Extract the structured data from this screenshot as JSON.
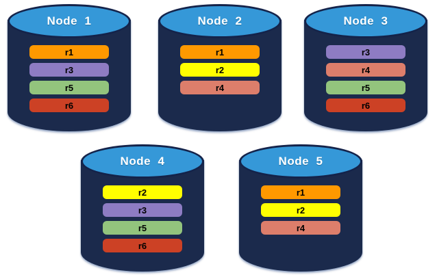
{
  "diagram": {
    "description_visible_text_only": "",
    "palette": {
      "cylinder_body": "#1b2a4c",
      "cylinder_top": "#3598d8",
      "cylinder_border": "#14234a",
      "node_label_color": "#ffffff",
      "replica_label_color": "#000000",
      "background": "#ffffff"
    },
    "replica_colors": {
      "r1": "#ff9900",
      "r2": "#ffff00",
      "r3": "#8e7cc3",
      "r4": "#dd7e6b",
      "r5": "#93c47d",
      "r6": "#cc4125"
    },
    "nodes": [
      {
        "label": "Node  1",
        "replicas": [
          "r1",
          "r3",
          "r5",
          "r6"
        ]
      },
      {
        "label": "Node  2",
        "replicas": [
          "r1",
          "r2",
          "r4"
        ]
      },
      {
        "label": "Node  3",
        "replicas": [
          "r3",
          "r4",
          "r5",
          "r6"
        ]
      },
      {
        "label": "Node  4",
        "replicas": [
          "r2",
          "r3",
          "r5",
          "r6"
        ]
      },
      {
        "label": "Node  5",
        "replicas": [
          "r1",
          "r2",
          "r4"
        ]
      }
    ]
  }
}
